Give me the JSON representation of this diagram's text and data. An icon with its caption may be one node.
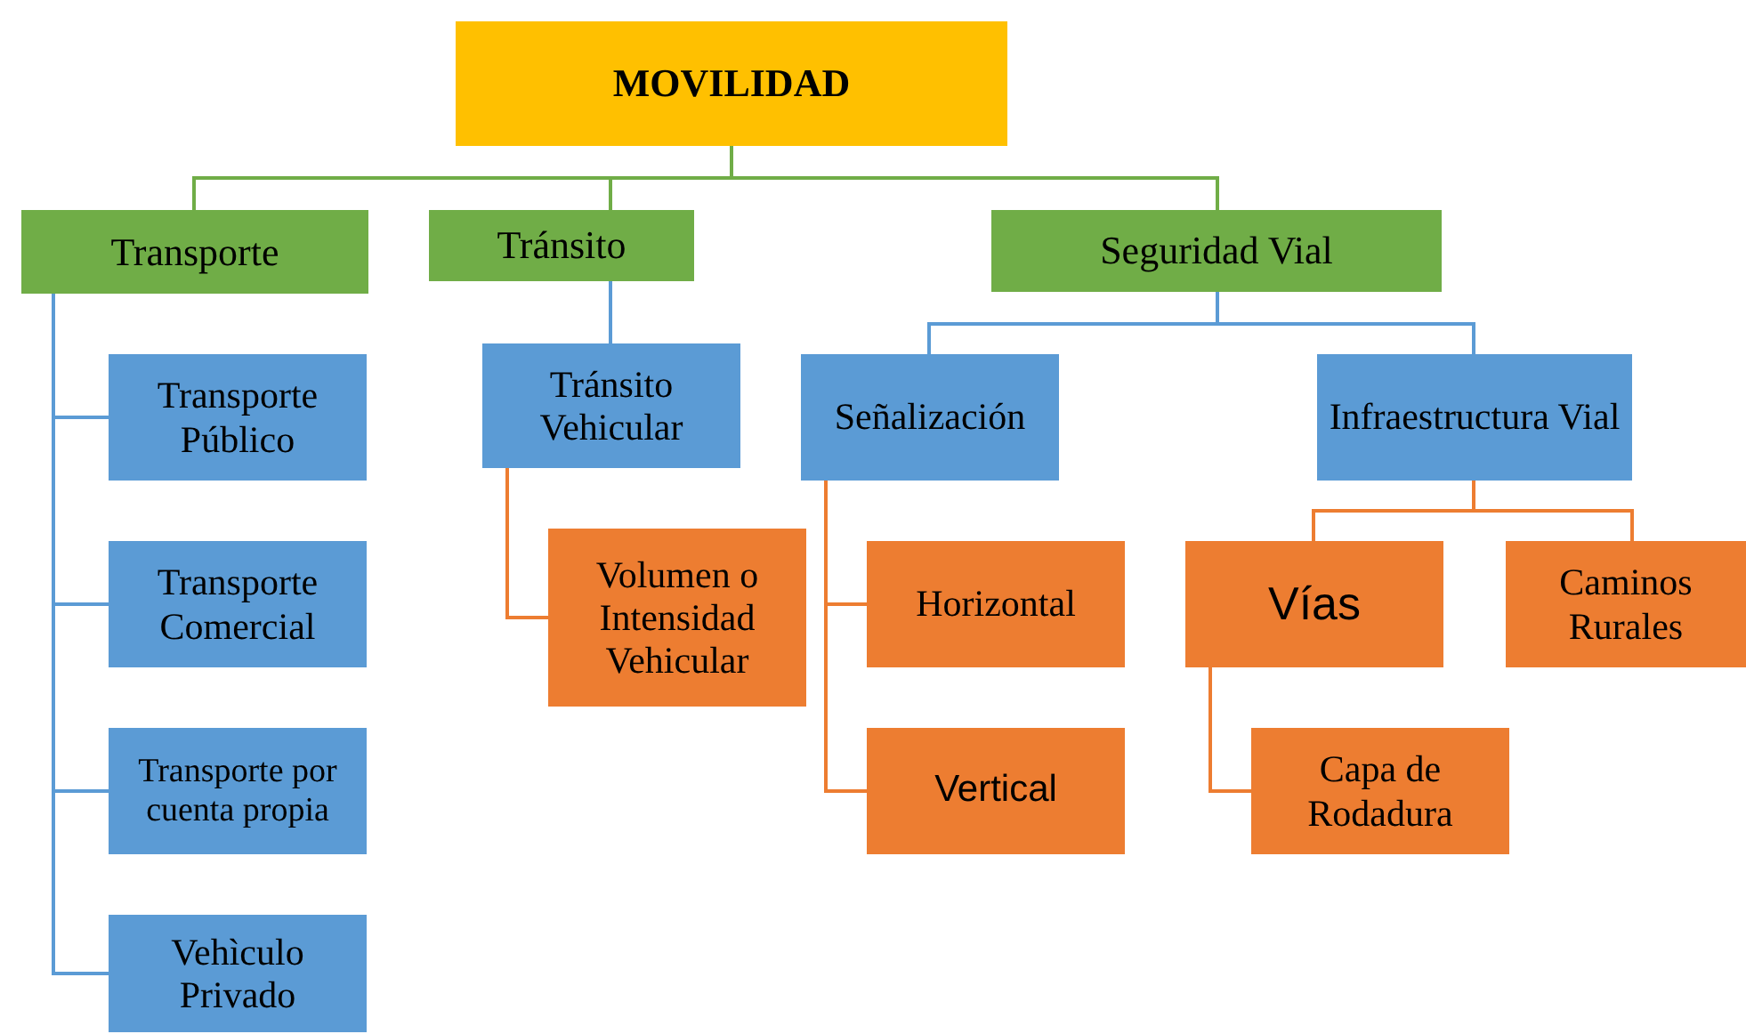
{
  "diagram": {
    "nodes": [
      {
        "text": [
          "MOVILIDAD"
        ]
      },
      {
        "text": [
          "Transporte"
        ]
      },
      {
        "text": [
          "Tránsito"
        ]
      },
      {
        "text": [
          "Seguridad Vial"
        ]
      },
      {
        "text": [
          "Transporte Público"
        ]
      },
      {
        "text": [
          "Transporte Comercial"
        ]
      },
      {
        "text": [
          "Transporte por cuenta propia"
        ]
      },
      {
        "text": [
          "Vehìculo Privado"
        ]
      },
      {
        "text": [
          "Tránsito Vehicular"
        ]
      },
      {
        "text": [
          "Volumen o Intensidad Vehicular"
        ]
      },
      {
        "text": [
          "Señalización"
        ]
      },
      {
        "text": [
          "Infraestructura Vial"
        ]
      },
      {
        "text": [
          "Horizontal"
        ]
      },
      {
        "text": [
          "Vertical"
        ]
      },
      {
        "text": [
          "Vías"
        ]
      },
      {
        "text": [
          "Caminos Rurales"
        ]
      },
      {
        "text": [
          "Capa de Rodadura"
        ]
      }
    ],
    "edges": [
      {
        "from": 0,
        "to": 1,
        "arrow": "none",
        "color": "#70ad47"
      },
      {
        "from": 0,
        "to": 2,
        "arrow": "none",
        "color": "#70ad47"
      },
      {
        "from": 0,
        "to": 3,
        "arrow": "none",
        "color": "#70ad47"
      },
      {
        "from": 1,
        "to": 4,
        "arrow": "none"
      },
      {
        "from": 1,
        "to": 5,
        "arrow": "none"
      },
      {
        "from": 1,
        "to": 6,
        "arrow": "none"
      },
      {
        "from": 1,
        "to": 7,
        "arrow": "none"
      },
      {
        "from": 2,
        "to": 8,
        "arrow": "none"
      },
      {
        "from": 3,
        "to": 10,
        "arrow": "none"
      },
      {
        "from": 3,
        "to": 11,
        "arrow": "none"
      },
      {
        "from": 8,
        "to": 9,
        "arrow": "none",
        "color": "#ed7d31"
      },
      {
        "from": 10,
        "to": 12,
        "arrow": "none",
        "color": "#ed7d31"
      },
      {
        "from": 10,
        "to": 13,
        "arrow": "none",
        "color": "#ed7d31"
      },
      {
        "from": 11,
        "to": 14,
        "arrow": "none",
        "color": "#ed7d31"
      },
      {
        "from": 11,
        "to": 15,
        "arrow": "none",
        "color": "#ed7d31"
      },
      {
        "from": 14,
        "to": 16,
        "arrow": "none",
        "color": "#ed7d31"
      }
    ]
  }
}
